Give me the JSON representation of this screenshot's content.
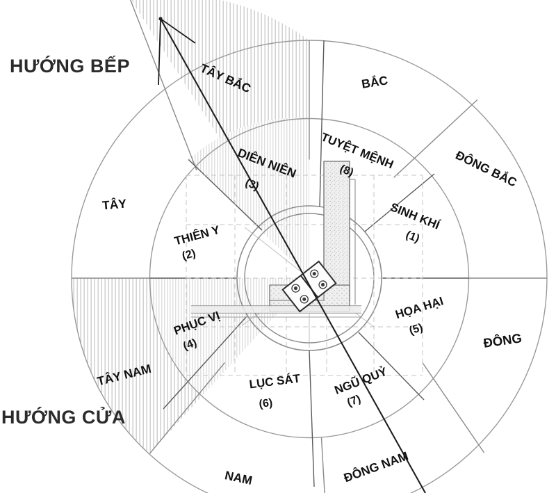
{
  "diagram": {
    "title_visible": false,
    "annotations": [
      {
        "id": "huong-bep",
        "text": "HƯỚNG BẾP",
        "meaning": "stove-direction-label"
      },
      {
        "id": "huong-cua",
        "text": "HƯỚNG CỬA",
        "meaning": "door-direction-label"
      }
    ],
    "colors": {
      "line": "#8a8a8a",
      "line_dark": "#3a3a3a",
      "text": "#111111",
      "ext_text": "#2b2b2b",
      "hatch": "#c9c9c9",
      "stipple": "#d2d2d2",
      "background": "#ffffff"
    }
  },
  "outer_ring": {
    "name": "compass-directions",
    "sectors": [
      {
        "label": "BẮC",
        "angle_deg": -70,
        "bold": false,
        "hatched": false
      },
      {
        "label": "ĐÔNG BẮC",
        "angle_deg": -25,
        "bold": false,
        "hatched": false
      },
      {
        "label": "ĐÔNG",
        "angle_deg": 20,
        "bold": true,
        "hatched": false
      },
      {
        "label": "ĐÔNG NAM",
        "angle_deg": 65,
        "bold": false,
        "hatched": false
      },
      {
        "label": "NAM",
        "angle_deg": 110,
        "bold": false,
        "hatched": false
      },
      {
        "label": "TÂY NAM",
        "angle_deg": 155,
        "bold": false,
        "hatched": true
      },
      {
        "label": "TÂY",
        "angle_deg": 200,
        "bold": false,
        "hatched": false
      },
      {
        "label": "TÂY BẮC",
        "angle_deg": 245,
        "bold": false,
        "hatched": true
      }
    ]
  },
  "inner_ring": {
    "name": "bat-trach-eight-stars",
    "sectors": [
      {
        "label": "SINH KHÍ",
        "number": "(1)",
        "angle_deg": -33,
        "hatched": false
      },
      {
        "label": "HỌA HẠI",
        "number": "(5)",
        "angle_deg": 20,
        "hatched": false
      },
      {
        "label": "NGŨ QUỶ",
        "number": "(7)",
        "angle_deg": 68,
        "hatched": false
      },
      {
        "label": "LỤC SÁT",
        "number": "(6)",
        "angle_deg": 110,
        "hatched": false
      },
      {
        "label": "PHỤC VỊ",
        "number": "(4)",
        "angle_deg": 157,
        "hatched": true
      },
      {
        "label": "THIÊN Y",
        "number": "(2)",
        "angle_deg": 200,
        "hatched": false
      },
      {
        "label": "DIÊN NIÊN",
        "number": "(3)",
        "angle_deg": 246,
        "hatched": true
      },
      {
        "label": "TUYỆT MỆNH",
        "number": "(8)",
        "angle_deg": 292,
        "hatched": false
      }
    ]
  },
  "floor_plan": {
    "name": "kitchen-layout",
    "elements": [
      {
        "id": "counter-l-shape",
        "desc": "L-shaped kitchen counter"
      },
      {
        "id": "stove-cooktop",
        "desc": "four-burner stove",
        "burners": 4
      },
      {
        "id": "wall-segment",
        "desc": "wall"
      }
    ]
  },
  "arrow": {
    "name": "stove-direction-arrow",
    "desc": "arrow pointing to upper-left (northwest) from center"
  }
}
